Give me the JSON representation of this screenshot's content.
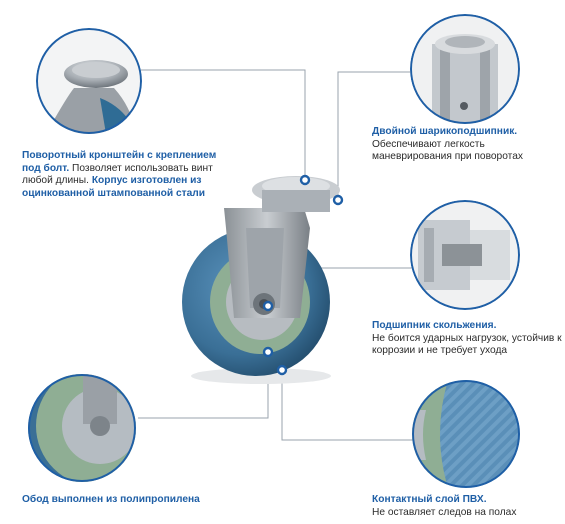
{
  "colors": {
    "accent": "#1f5fa6",
    "wheel_tread": "#3d78a6",
    "wheel_rim": "#8fae94",
    "bracket_steel": "#b7bcc1",
    "connector_line": "#9aa3ad",
    "dot": "#1f5fa6"
  },
  "callouts": {
    "swivel_bracket": {
      "title": "Поворотный кронштейн с креплением под болт.",
      "text1": "Позволяет использовать винт любой длины.",
      "title2": "Корпус изготовлен из оцинкованной штампованной стали"
    },
    "double_bearing": {
      "title": "Двойной шарикоподшипник.",
      "text": "Обеспечивают легкость маневрирования при поворотах"
    },
    "plain_bearing": {
      "title": "Подшипник скольжения.",
      "text": "Не боится ударных нагрузок, устойчив к коррозии и не требует ухода"
    },
    "rim": {
      "title": "Обод выполнен из полипропилена"
    },
    "pvc_layer": {
      "title": "Контактный слой ПВХ.",
      "text": "Не оставляет следов на полах"
    }
  }
}
